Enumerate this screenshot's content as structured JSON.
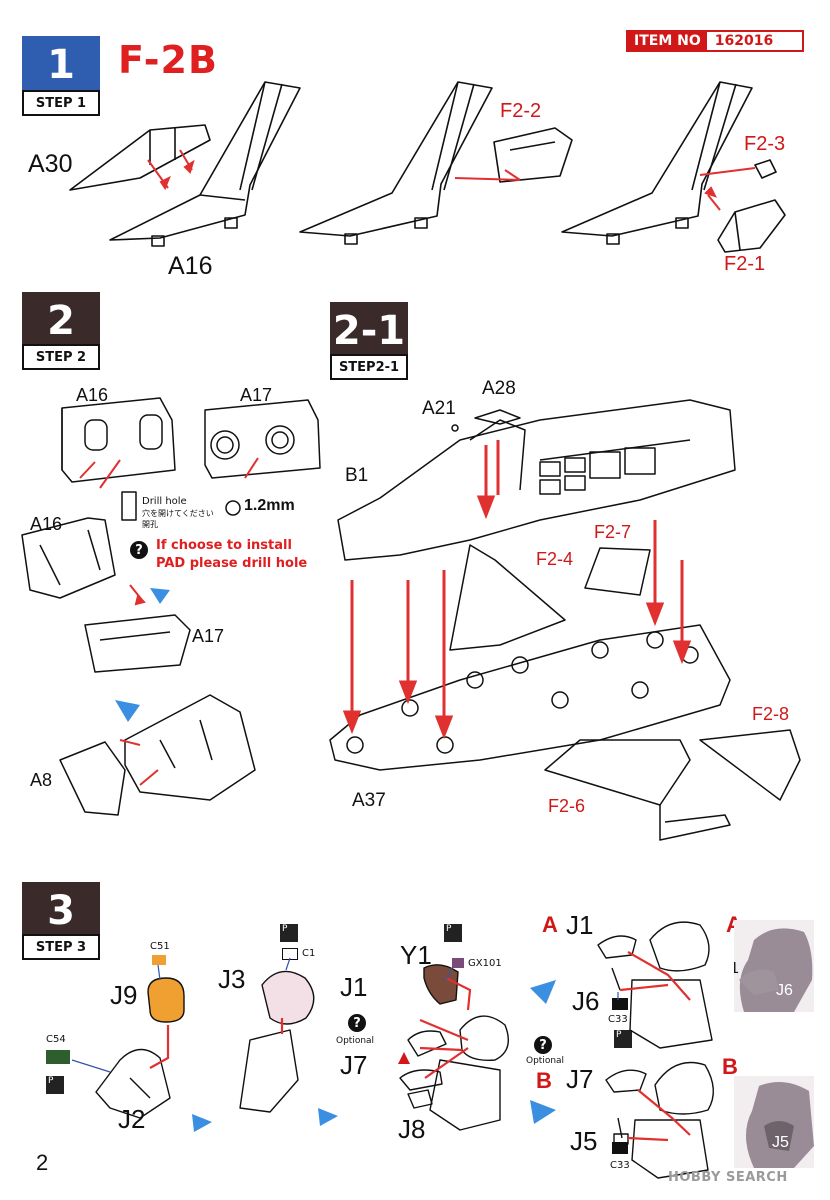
{
  "header": {
    "model_title": "F-2B",
    "item_no_label": "ITEM NO",
    "item_no_value": "162016",
    "page_number": "2",
    "watermark": "HOBBY SEARCH"
  },
  "colors": {
    "step_blue": "#2f5db0",
    "step_dark": "#3a2a2a",
    "accent_red": "#d01818",
    "arrow_blue": "#3a8fe0",
    "c51_orange": "#f0a030",
    "c54_green": "#2e5e2e",
    "gx101_purple": "#7a4a78"
  },
  "step1": {
    "number": "1",
    "label": "STEP 1",
    "parts": [
      "A30",
      "A16",
      "F2-2",
      "F2-3",
      "F2-1"
    ]
  },
  "step2": {
    "number": "2",
    "label": "STEP 2",
    "parts": [
      "A16",
      "A17",
      "A16",
      "A17",
      "A8"
    ],
    "drill_hole_label": "Drill hole",
    "drill_hole_jp": "穴を開けてください",
    "drill_hole_jp2": "開孔",
    "drill_size": "1.2mm",
    "note_line1": "If  choose to install",
    "note_line2": "PAD please drill  hole",
    "question_mark": "?"
  },
  "step2_1": {
    "number": "2-1",
    "label": "STEP2-1",
    "parts": [
      "A21",
      "A28",
      "B1",
      "F2-7",
      "F2-4",
      "F2-8",
      "A37",
      "F2-6"
    ]
  },
  "step3": {
    "number": "3",
    "label": "STEP 3",
    "color_codes": {
      "c51": "C51",
      "c54": "C54",
      "c1": "C1",
      "gx101": "GX101",
      "c33a": "C33",
      "c33b": "C33"
    },
    "parts": {
      "j9": "J9",
      "j2": "J2",
      "j3": "J3",
      "j1": "J1",
      "j7": "J7",
      "j8": "J8",
      "y1": "Y1",
      "a_j1": "J1",
      "a_j6": "J6",
      "b_j7": "J7",
      "b_j5": "J5"
    },
    "optional_label": "Optional",
    "optional_label2": "Optional",
    "variant_a": "A",
    "variant_a2": "A",
    "variant_b": "B",
    "variant_b2": "B",
    "photo_a_labels": [
      "J1",
      "J6"
    ],
    "photo_b_labels": [
      "J7",
      "J5"
    ],
    "paint_mark": "P"
  }
}
